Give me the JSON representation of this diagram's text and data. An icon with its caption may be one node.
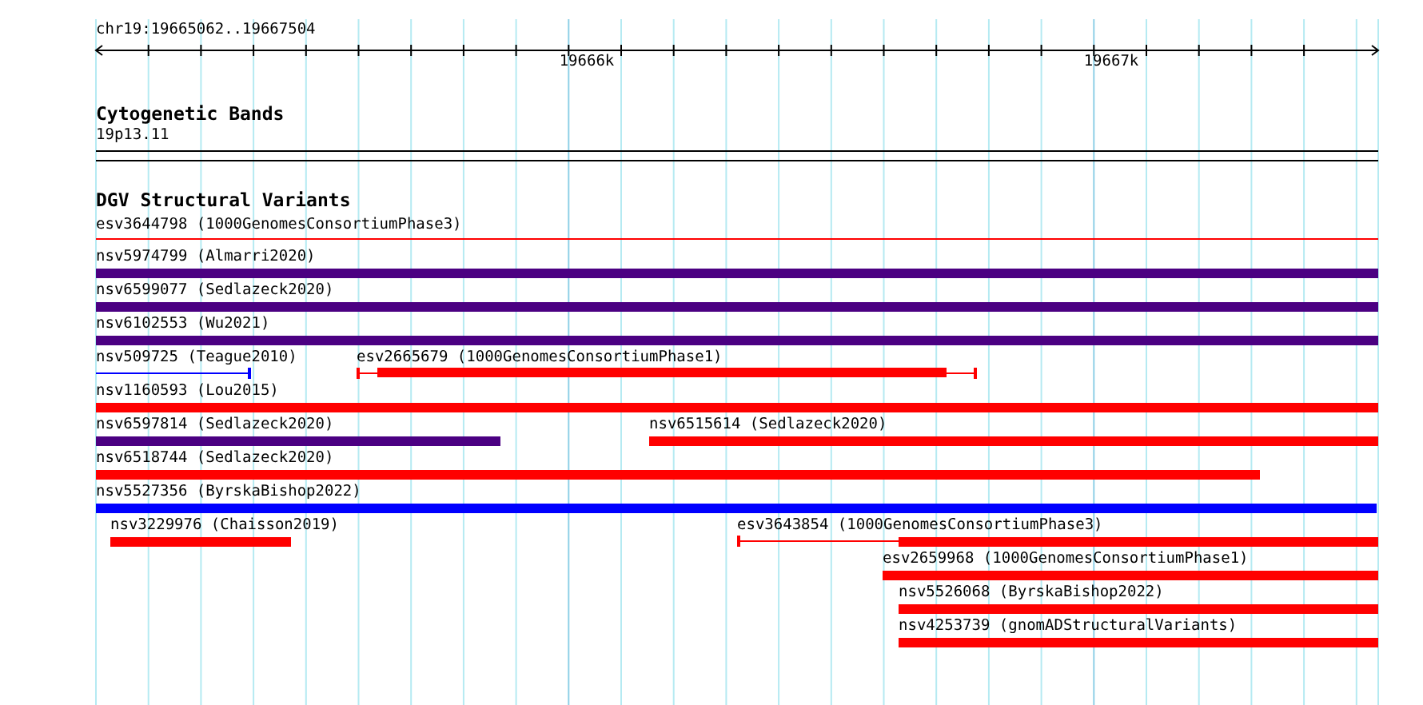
{
  "diagram": {
    "nodes": [
      {
        "text": [
          "esv3644798 (1000GenomesConsortiumPhase3)"
        ]
      },
      {
        "text": [
          "nsv5974799 (Almarri2020)"
        ]
      },
      {
        "text": [
          "nsv6599077 (Sedlazeck2020)"
        ]
      },
      {
        "text": [
          "nsv6102553 (Wu2021)"
        ]
      },
      {
        "text": [
          "nsv509725 (Teague2010)"
        ]
      },
      {
        "text": [
          "esv2665679 (1000GenomesConsortiumPhase1)"
        ]
      },
      {
        "text": [
          "nsv1160593 (Lou2015)"
        ]
      },
      {
        "text": [
          "nsv6597814 (Sedlazeck2020)"
        ]
      },
      {
        "text": [
          "nsv6515614 (Sedlazeck2020)"
        ]
      },
      {
        "text": [
          "nsv6518744 (Sedlazeck2020)"
        ]
      },
      {
        "text": [
          "nsv5527356 (ByrskaBishop2022)"
        ]
      },
      {
        "text": [
          "nsv3229976 (Chaisson2019)"
        ]
      },
      {
        "text": [
          "esv3643854 (1000GenomesConsortiumPhase3)"
        ]
      },
      {
        "text": [
          "esv2659968 (1000GenomesConsortiumPhase1)"
        ]
      },
      {
        "text": [
          "nsv5526068 (ByrskaBishop2022)"
        ]
      },
      {
        "text": [
          "nsv4253739 (gnomADStructuralVariants)"
        ]
      }
    ],
    "labels": [
      "chr19:19665062..19667504",
      "19666k",
      "19667k",
      "Cytogenetic Bands",
      "19p13.11",
      "DGV Structural Variants"
    ]
  }
}
